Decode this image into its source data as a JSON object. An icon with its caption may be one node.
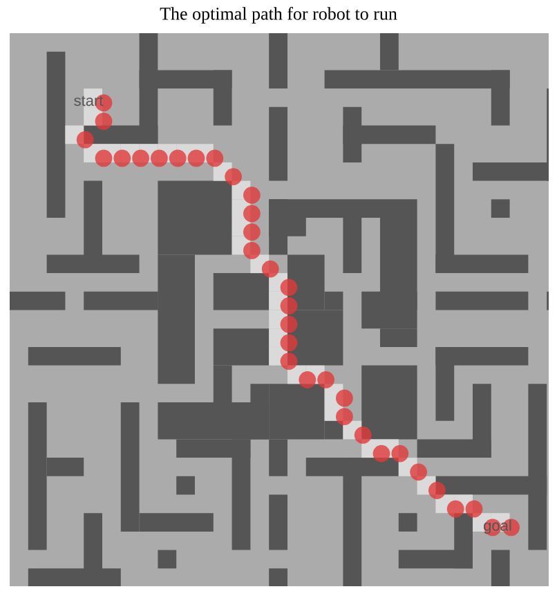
{
  "diagram": {
    "title": "The optimal path for robot to run",
    "labels": [
      "start",
      "goal"
    ]
  }
}
